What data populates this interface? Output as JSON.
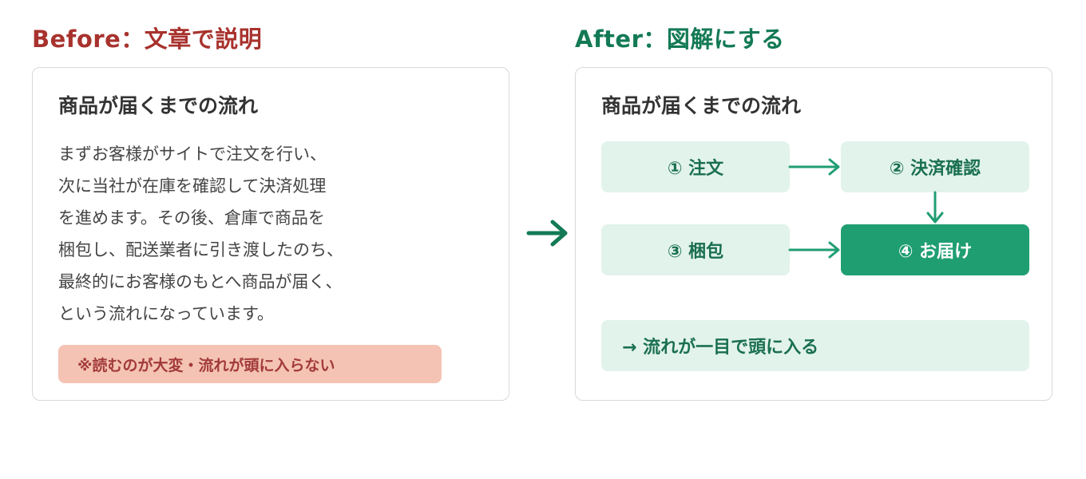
{
  "before": {
    "heading": "Before：文章で説明",
    "card_title": "商品が届くまでの流れ",
    "lines": [
      "まずお客様がサイトで注文を行い、",
      "次に当社が在庫を確認して決済処理",
      "を進めます。その後、倉庫で商品を",
      "梱包し、配送業者に引き渡したのち、",
      "最終的にお客様のもとへ商品が届く、",
      "という流れになっています。"
    ],
    "warning": "※読むのが大変・流れが頭に入らない"
  },
  "after": {
    "heading": "After：図解にする",
    "card_title": "商品が届くまでの流れ",
    "steps": [
      "① 注文",
      "② 決済確認",
      "③ 梱包",
      "④ お届け"
    ],
    "summary": "→ 流れが一目で頭に入る"
  },
  "colors": {
    "before_accent": "#A8322D",
    "after_accent": "#137A55",
    "step_bg": "#E2F3EC",
    "step_highlight": "#1F9E72",
    "arrow": "#1F9E72",
    "warning_bg": "#F4C3B3"
  }
}
